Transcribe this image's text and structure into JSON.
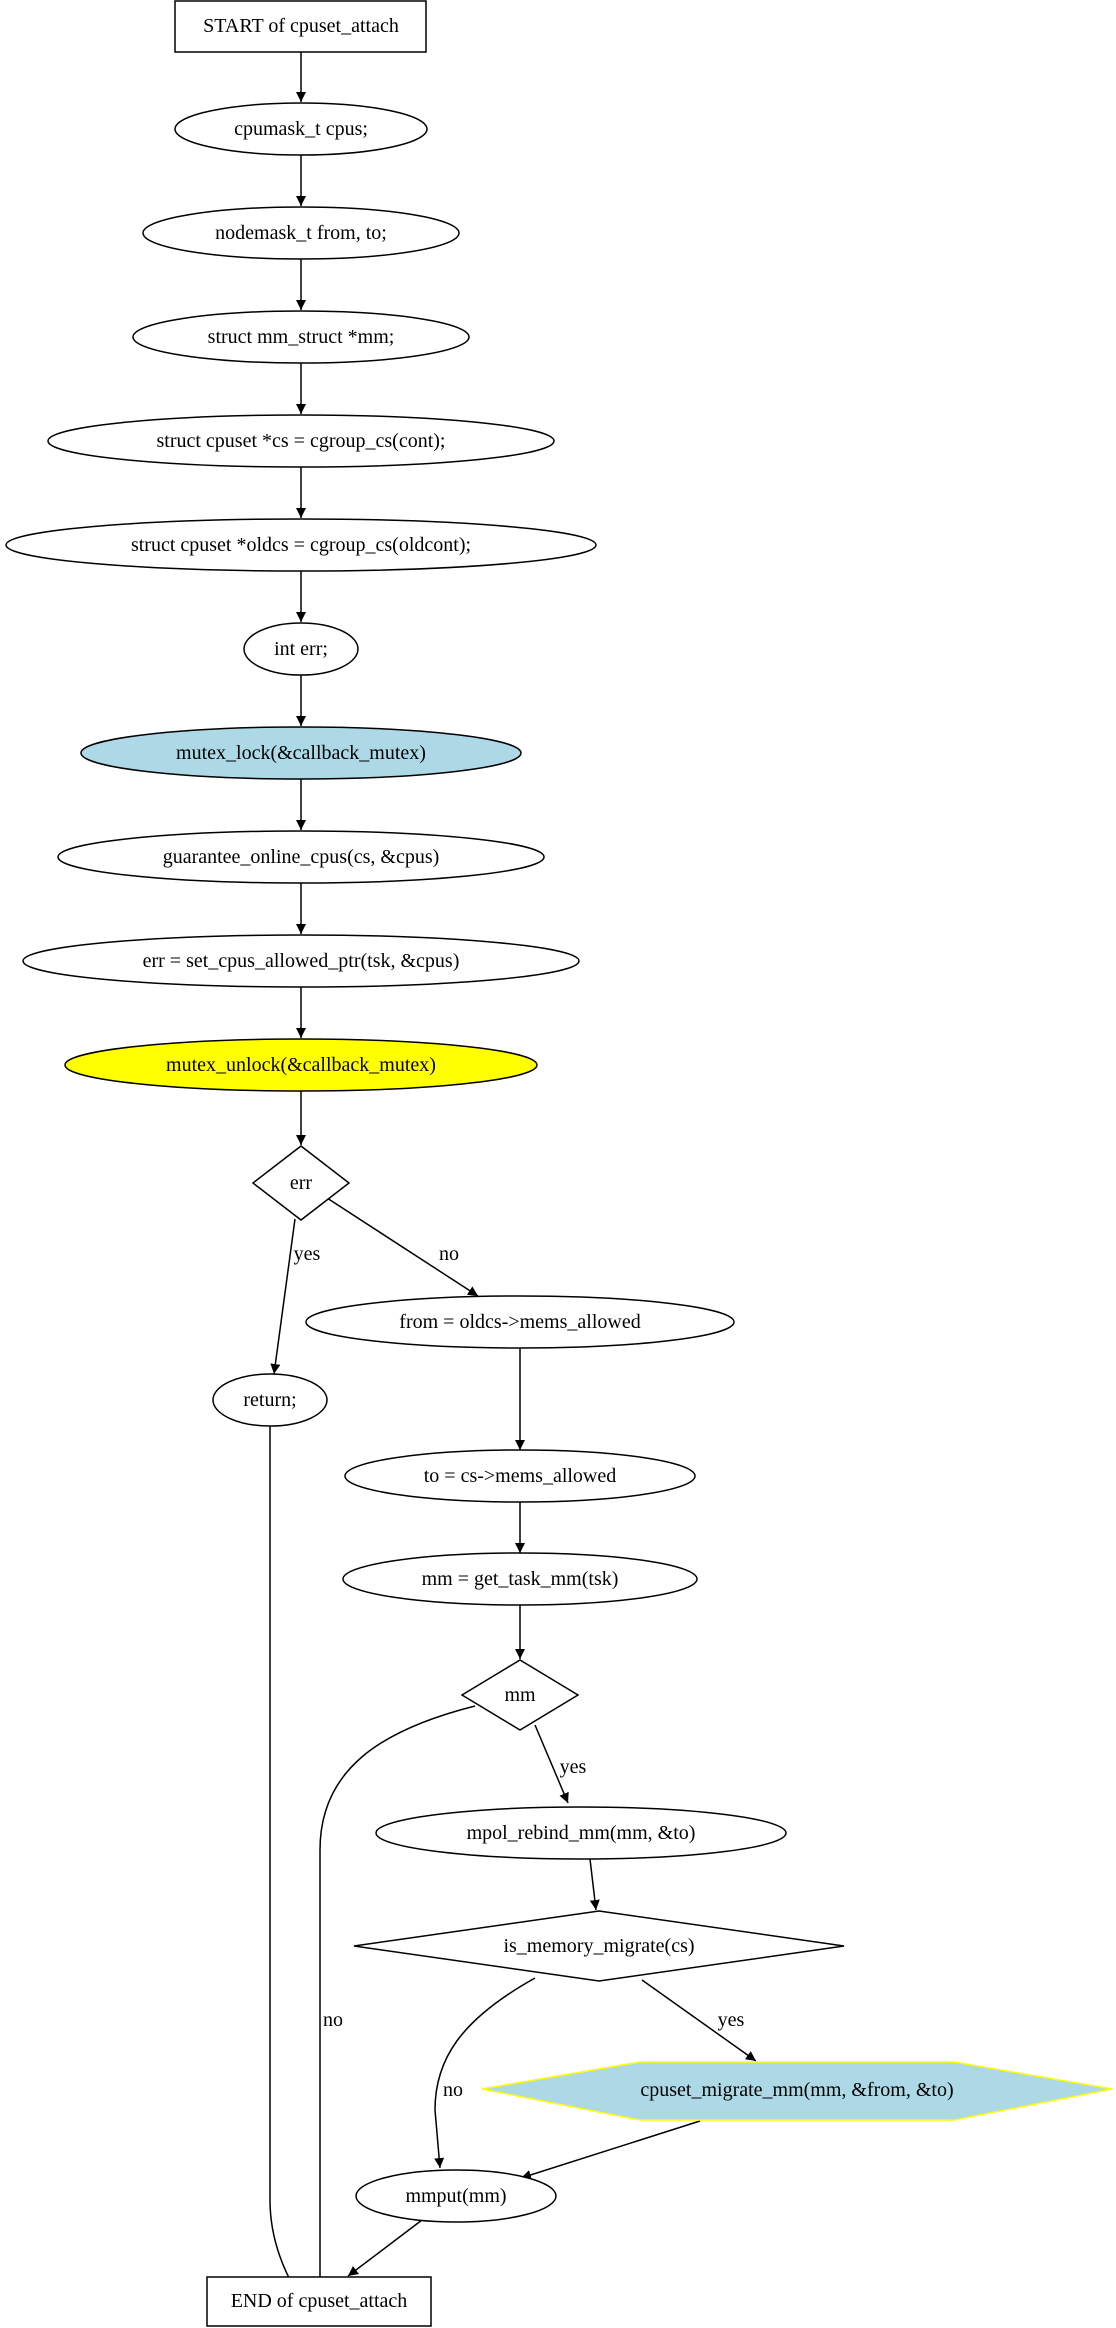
{
  "diagram": {
    "start_label": "START of cpuset_attach",
    "end_label": "END of cpuset_attach",
    "colors": {
      "line": "#000000",
      "default_fill": "#ffffff",
      "lock_fill": "#add8e6",
      "unlock_fill": "#ffff00",
      "migrate_fill": "#add8e6",
      "migrate_border": "#ffff00"
    },
    "nodes": {
      "cpumask": "cpumask_t cpus;",
      "nodemask": "nodemask_t from, to;",
      "mm_decl": "struct mm_struct *mm;",
      "cs_decl": "struct cpuset *cs = cgroup_cs(cont);",
      "oldcs_decl": "struct cpuset *oldcs = cgroup_cs(oldcont);",
      "err_decl": "int err;",
      "lock": "mutex_lock(&callback_mutex)",
      "guarantee": "guarantee_online_cpus(cs, &cpus)",
      "set_allowed": "err = set_cpus_allowed_ptr(tsk, &cpus)",
      "unlock": "mutex_unlock(&callback_mutex)",
      "err_check": "err",
      "return": "return;",
      "from_assign": "from = oldcs->mems_allowed",
      "to_assign": "to = cs->mems_allowed",
      "get_mm": "mm = get_task_mm(tsk)",
      "mm_check": "mm",
      "rebind": "mpol_rebind_mm(mm, &to)",
      "migrate_check": "is_memory_migrate(cs)",
      "migrate": "cpuset_migrate_mm(mm, &from, &to)",
      "mmput": "mmput(mm)"
    },
    "edge_labels": {
      "err_yes": "yes",
      "err_no": "no",
      "mm_yes": "yes",
      "mm_no": "no",
      "migrate_yes": "yes",
      "migrate_no": "no"
    }
  }
}
